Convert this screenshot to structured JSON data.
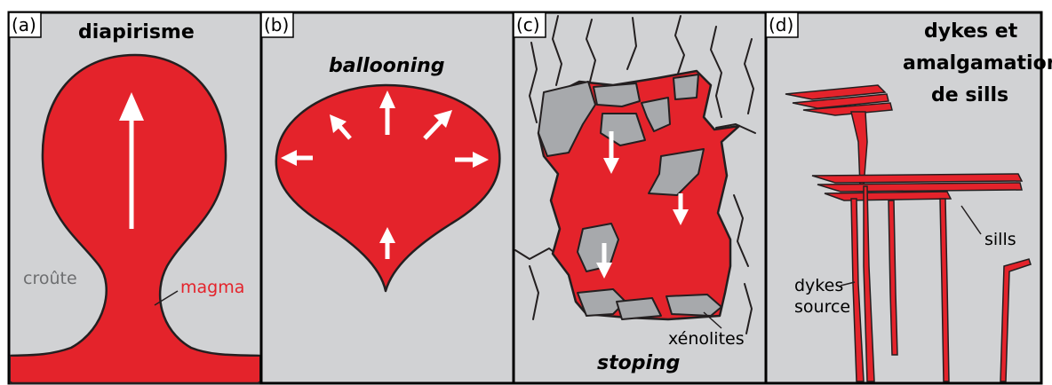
{
  "colors": {
    "magma": "#e4232b",
    "crust": "#d1d2d4",
    "xenolith": "#a7a9ac",
    "outline": "#231f20",
    "crust_label": "#6d6e70"
  },
  "panels": [
    {
      "tag": "(a)",
      "title": "diapirisme",
      "labels": {
        "crust": "croûte",
        "magma": "magma"
      }
    },
    {
      "tag": "(b)",
      "title": "ballooning"
    },
    {
      "tag": "(c)",
      "title": "stoping",
      "labels": {
        "xenoliths": "xénolites"
      }
    },
    {
      "tag": "(d)",
      "title_lines": [
        "dykes et",
        "amalgamation",
        "de sills"
      ],
      "labels": {
        "sills": "sills",
        "dykes_line1": "dykes",
        "dykes_line2": "source"
      }
    }
  ]
}
